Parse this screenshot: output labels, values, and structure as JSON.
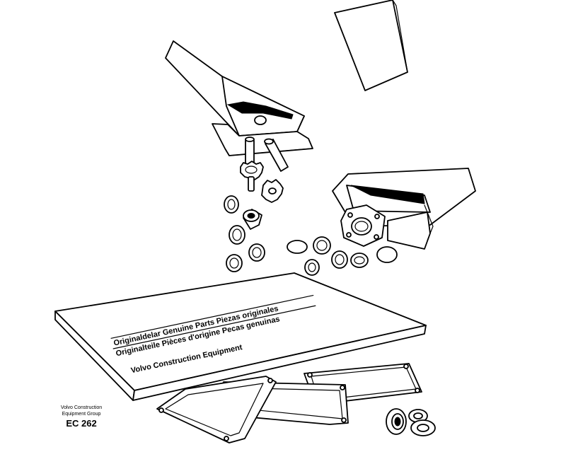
{
  "sheet": {
    "line1": "Originaldelar Genuine Parts Piezas originales",
    "line2": "Originalteile Pièces d'origine Pecas genuinas",
    "line3": "Volvo Construction Equipment"
  },
  "caption": {
    "line1": "Volvo Construction",
    "line2": "Equipment Group",
    "code": "EC 262"
  }
}
